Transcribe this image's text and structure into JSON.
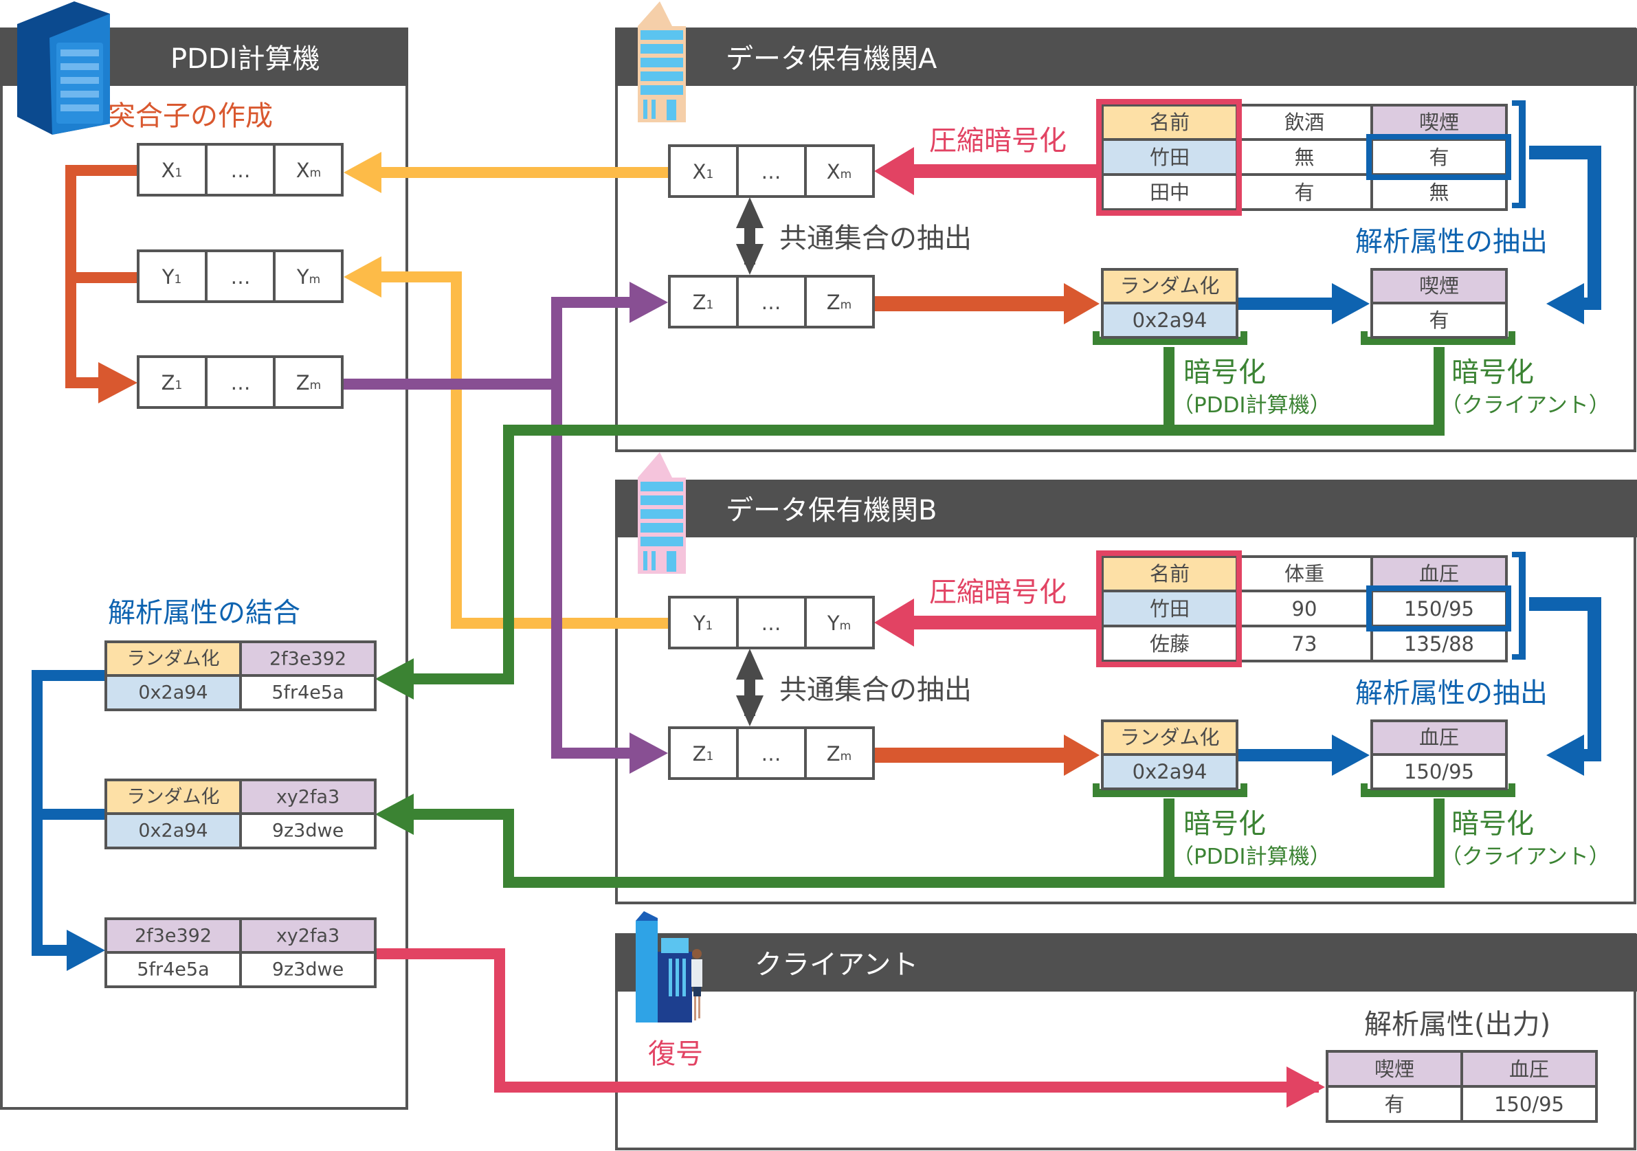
{
  "colors": {
    "header_bg": "#505050",
    "orange": "#d9582f",
    "yellow": "#fdbb48",
    "purple": "#884f93",
    "green": "#3b8333",
    "blue": "#0e63b0",
    "red": "#e24363",
    "cell_yellow": "#fde0a6",
    "cell_blue": "#cde0f0",
    "cell_purple": "#dccbe0"
  },
  "pddi": {
    "title": "PDDI計算機",
    "icon": "server-rack-icon",
    "create_label": "突合子の作成",
    "rows": [
      {
        "first": "X",
        "first_sub": "1",
        "middle": "…",
        "last": "X",
        "last_sub": "m"
      },
      {
        "first": "Y",
        "first_sub": "1",
        "middle": "…",
        "last": "Y",
        "last_sub": "m"
      },
      {
        "first": "Z",
        "first_sub": "1",
        "middle": "…",
        "last": "Z",
        "last_sub": "m"
      }
    ],
    "join_label": "解析属性の結合",
    "join_tables": [
      {
        "h1": "ランダム化",
        "h2": "2f3e392",
        "v1": "0x2a94",
        "v2": "5fr4e5a"
      },
      {
        "h1": "ランダム化",
        "h2": "xy2fa3",
        "v1": "0x2a94",
        "v2": "9z3dwe"
      },
      {
        "h1": "2f3e392",
        "h2": "xy2fa3",
        "v1": "5fr4e5a",
        "v2": "9z3dwe"
      }
    ]
  },
  "org_a": {
    "title": "データ保有機関A",
    "icon": "office-building-icon",
    "compress_label": "圧縮暗号化",
    "common_label": "共通集合の抽出",
    "extract_label": "解析属性の抽出",
    "x_row": {
      "first": "X",
      "first_sub": "1",
      "middle": "…",
      "last": "X",
      "last_sub": "m"
    },
    "z_row": {
      "first": "Z",
      "first_sub": "1",
      "middle": "…",
      "last": "Z",
      "last_sub": "m"
    },
    "table": {
      "headers": [
        "名前",
        "飲酒",
        "喫煙"
      ],
      "rows": [
        [
          "竹田",
          "無",
          "有"
        ],
        [
          "田中",
          "有",
          "無"
        ]
      ]
    },
    "random_box": {
      "header": "ランダム化",
      "value": "0x2a94"
    },
    "attr_box": {
      "header": "喫煙",
      "value": "有"
    },
    "encrypt_pddi": {
      "title": "暗号化",
      "sub": "（PDDI計算機）"
    },
    "encrypt_client": {
      "title": "暗号化",
      "sub": "（クライアント）"
    }
  },
  "org_b": {
    "title": "データ保有機関B",
    "icon": "office-building-icon",
    "compress_label": "圧縮暗号化",
    "common_label": "共通集合の抽出",
    "extract_label": "解析属性の抽出",
    "y_row": {
      "first": "Y",
      "first_sub": "1",
      "middle": "…",
      "last": "Y",
      "last_sub": "m"
    },
    "z_row": {
      "first": "Z",
      "first_sub": "1",
      "middle": "…",
      "last": "Z",
      "last_sub": "m"
    },
    "table": {
      "headers": [
        "名前",
        "体重",
        "血圧"
      ],
      "rows": [
        [
          "竹田",
          "90",
          "150/95"
        ],
        [
          "佐藤",
          "73",
          "135/88"
        ]
      ]
    },
    "random_box": {
      "header": "ランダム化",
      "value": "0x2a94"
    },
    "attr_box": {
      "header": "血圧",
      "value": "150/95"
    },
    "encrypt_pddi": {
      "title": "暗号化",
      "sub": "（PDDI計算機）"
    },
    "encrypt_client": {
      "title": "暗号化",
      "sub": "（クライアント）"
    }
  },
  "client": {
    "title": "クライアント",
    "icon": "client-building-person-icon",
    "decrypt_label": "復号",
    "output_label": "解析属性(出力)",
    "output_table": {
      "headers": [
        "喫煙",
        "血圧"
      ],
      "values": [
        "有",
        "150/95"
      ]
    }
  }
}
